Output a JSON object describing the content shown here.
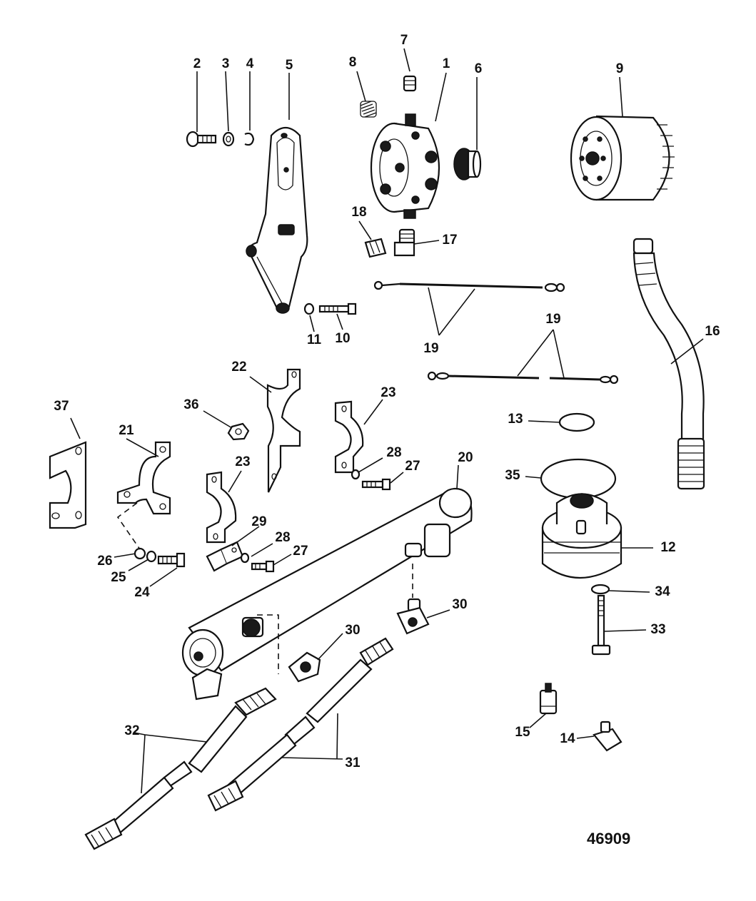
{
  "figure_number": "46909",
  "callouts": [
    {
      "id": "c1",
      "text": "1"
    },
    {
      "id": "c2",
      "text": "2"
    },
    {
      "id": "c3",
      "text": "3"
    },
    {
      "id": "c4",
      "text": "4"
    },
    {
      "id": "c5",
      "text": "5"
    },
    {
      "id": "c6",
      "text": "6"
    },
    {
      "id": "c7",
      "text": "7"
    },
    {
      "id": "c8",
      "text": "8"
    },
    {
      "id": "c9",
      "text": "9"
    },
    {
      "id": "c10",
      "text": "10"
    },
    {
      "id": "c11",
      "text": "11"
    },
    {
      "id": "c12",
      "text": "12"
    },
    {
      "id": "c13",
      "text": "13"
    },
    {
      "id": "c14",
      "text": "14"
    },
    {
      "id": "c15",
      "text": "15"
    },
    {
      "id": "c16",
      "text": "16"
    },
    {
      "id": "c17",
      "text": "17"
    },
    {
      "id": "c18",
      "text": "18"
    },
    {
      "id": "c19a",
      "text": "19"
    },
    {
      "id": "c19b",
      "text": "19"
    },
    {
      "id": "c20",
      "text": "20"
    },
    {
      "id": "c21",
      "text": "21"
    },
    {
      "id": "c22",
      "text": "22"
    },
    {
      "id": "c23a",
      "text": "23"
    },
    {
      "id": "c23b",
      "text": "23"
    },
    {
      "id": "c24",
      "text": "24"
    },
    {
      "id": "c25",
      "text": "25"
    },
    {
      "id": "c26",
      "text": "26"
    },
    {
      "id": "c27a",
      "text": "27"
    },
    {
      "id": "c27b",
      "text": "27"
    },
    {
      "id": "c28a",
      "text": "28"
    },
    {
      "id": "c28b",
      "text": "28"
    },
    {
      "id": "c29",
      "text": "29"
    },
    {
      "id": "c30a",
      "text": "30"
    },
    {
      "id": "c30b",
      "text": "30"
    },
    {
      "id": "c31",
      "text": "31"
    },
    {
      "id": "c32",
      "text": "32"
    },
    {
      "id": "c33",
      "text": "33"
    },
    {
      "id": "c34",
      "text": "34"
    },
    {
      "id": "c35",
      "text": "35"
    },
    {
      "id": "c36",
      "text": "36"
    },
    {
      "id": "c37",
      "text": "37"
    }
  ]
}
